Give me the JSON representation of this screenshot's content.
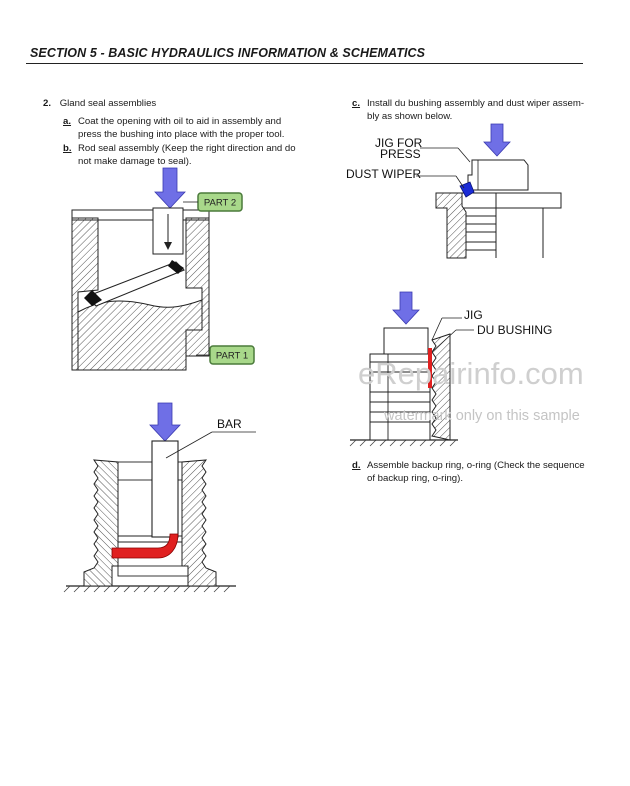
{
  "header": {
    "section_title": "SECTION 5 - BASIC HYDRAULICS INFORMATION & SCHEMATICS"
  },
  "left": {
    "item_num": "2.",
    "item_title": "Gland seal assemblies",
    "a_label": "a.",
    "a_text_1": "Coat the opening with oil to aid in assembly and",
    "a_text_2": "press the bushing into place with the proper tool.",
    "b_label": "b.",
    "b_text_1": "Rod seal assembly (Keep the right direction and do",
    "b_text_2": "not make damage to seal).",
    "part2": "PART 2",
    "part1": "PART 1",
    "bar": "BAR"
  },
  "right": {
    "c_label": "c.",
    "c_text_1": "Install du bushing assembly and dust wiper assem-",
    "c_text_2": "bly as shown below.",
    "jig_for": "JIG FOR",
    "press": "PRESS",
    "dust_wiper": "DUST WIPER",
    "jig": "JIG",
    "du_bushing": "DU BUSHING",
    "d_label": "d.",
    "d_text_1": "Assemble backup ring, o-ring (Check the sequence",
    "d_text_2": "of backup ring, o-ring)."
  },
  "watermark": {
    "brand": "eRepairinfo.com",
    "note": "watermark only on this sample"
  },
  "colors": {
    "arrow_blue": "#6f6fe6",
    "seal_red": "#e02020",
    "wiper_blue": "#1a2bd6",
    "tag_green": "#a8d88a",
    "hatch": "#555555"
  }
}
